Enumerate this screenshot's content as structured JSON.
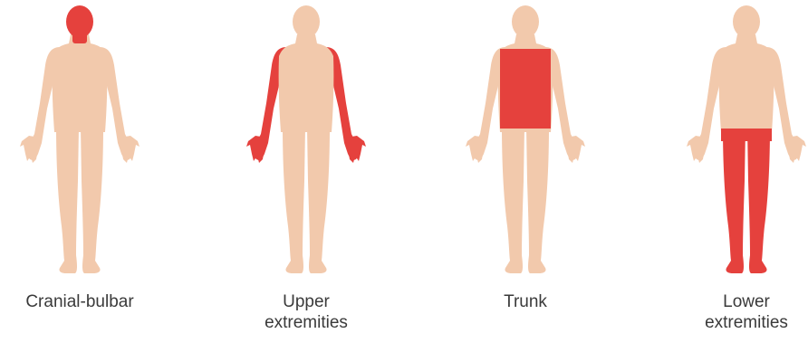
{
  "colors": {
    "skin": "#f2c9ac",
    "highlight": "#e5413d"
  },
  "figures": [
    {
      "caption": [
        "Cranial-bulbar"
      ],
      "highlight": "head"
    },
    {
      "caption": [
        "Upper",
        "extremities"
      ],
      "highlight": "arms"
    },
    {
      "caption": [
        "Trunk"
      ],
      "highlight": "trunk"
    },
    {
      "caption": [
        "Lower",
        "extremities"
      ],
      "highlight": "legs"
    }
  ]
}
